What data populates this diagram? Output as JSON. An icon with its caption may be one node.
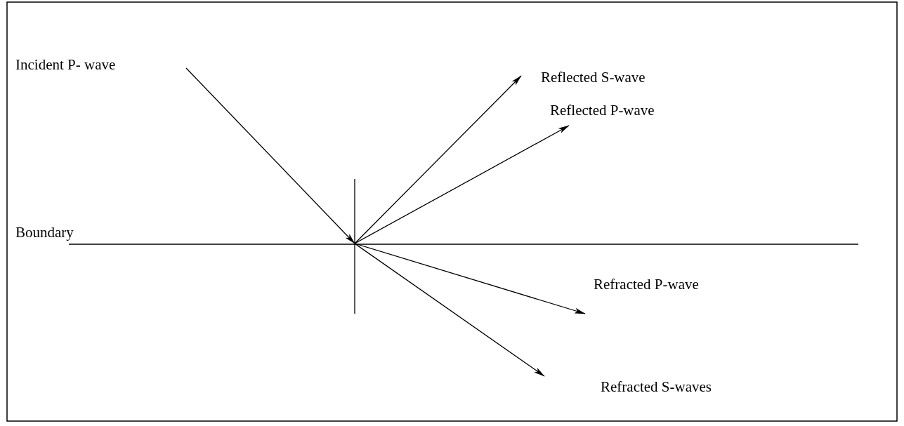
{
  "diagram": {
    "nodes": [
      {
        "text": [
          "Incident P- wave"
        ]
      },
      {
        "text": [
          "Reflected S-wave"
        ]
      },
      {
        "text": [
          "Reflected P-wave"
        ]
      },
      {
        "text": [
          "Refracted P-wave"
        ]
      },
      {
        "text": [
          "Refracted S-waves"
        ]
      }
    ],
    "edges": [
      {
        "from": 0,
        "to": null,
        "arrow": "to"
      },
      {
        "from": null,
        "to": 1,
        "arrow": "to"
      },
      {
        "from": null,
        "to": 2,
        "arrow": "to"
      },
      {
        "from": null,
        "to": 3,
        "arrow": "to"
      },
      {
        "from": null,
        "to": 4,
        "arrow": "to"
      }
    ],
    "labels": [
      "Boundary"
    ]
  }
}
